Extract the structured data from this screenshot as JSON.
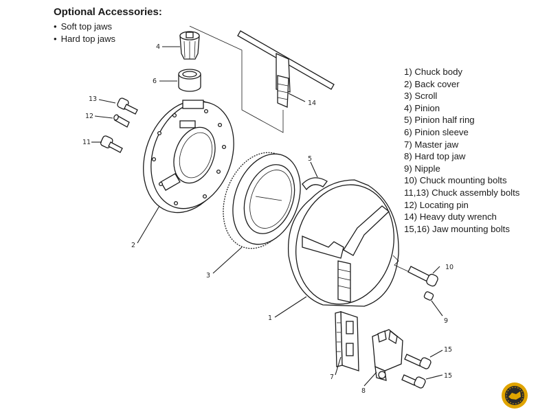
{
  "accessories": {
    "title": "Optional Accessories:",
    "items": [
      "Soft top jaws",
      "Hard top jaws"
    ]
  },
  "parts_legend": [
    "1) Chuck body",
    "2) Back cover",
    "3) Scroll",
    "4) Pinion",
    "5) Pinion half ring",
    "6) Pinion sleeve",
    "7) Master jaw",
    "8) Hard top jaw",
    "9) Nipple",
    "10) Chuck mounting bolts",
    "11,13) Chuck assembly bolts",
    "12) Locating pin",
    "14) Heavy duty wrench",
    "15,16) Jaw mounting bolts"
  ],
  "callouts": {
    "c1": "1",
    "c2": "2",
    "c3": "3",
    "c4": "4",
    "c5": "5",
    "c6": "6",
    "c7": "7",
    "c8": "8",
    "c9": "9",
    "c10": "10",
    "c11": "11",
    "c12": "12",
    "c13": "13",
    "c14": "14",
    "c15": "15",
    "c16": "15"
  },
  "logo": {
    "icon": "gear-badge-logo",
    "color": "#e0a400"
  }
}
